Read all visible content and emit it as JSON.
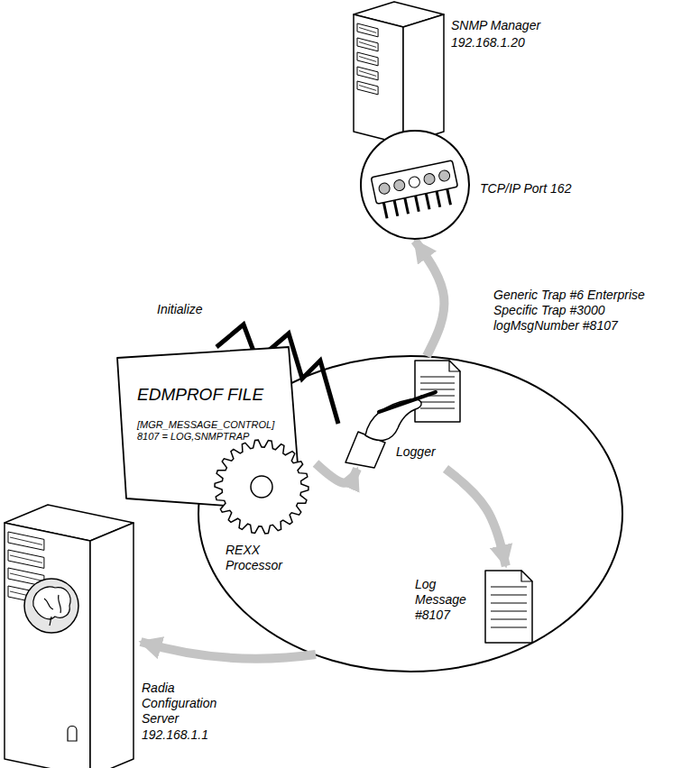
{
  "diagram": {
    "nodes": [
      {
        "text": [
          "SNMP Manager",
          "192.168.1.20"
        ]
      },
      {
        "text": [
          "TCP/IP Port 162"
        ]
      },
      {
        "text": [
          "EDMPROF FILE",
          "[MGR_MESSAGE_CONTROL] 8107 = LOG,SNMPTRAP"
        ]
      },
      {
        "text": [
          "Logger"
        ]
      },
      {
        "text": [
          "REXX Processor"
        ]
      },
      {
        "text": [
          "Log Message #8107"
        ]
      },
      {
        "text": [
          "Radia Configuration Server",
          "192.168.1.1"
        ]
      }
    ],
    "edges": [
      {
        "from": 4,
        "to": 3,
        "arrow": "to"
      },
      {
        "from": 2,
        "to": 3,
        "label": "Initialize",
        "arrow": "none"
      },
      {
        "from": 3,
        "to": 1,
        "label": "Generic Trap #6 Enterprise Specific Trap #3000 logMsgNumber #8107",
        "arrow": "to"
      },
      {
        "from": 3,
        "to": 5,
        "arrow": "to"
      }
    ]
  }
}
